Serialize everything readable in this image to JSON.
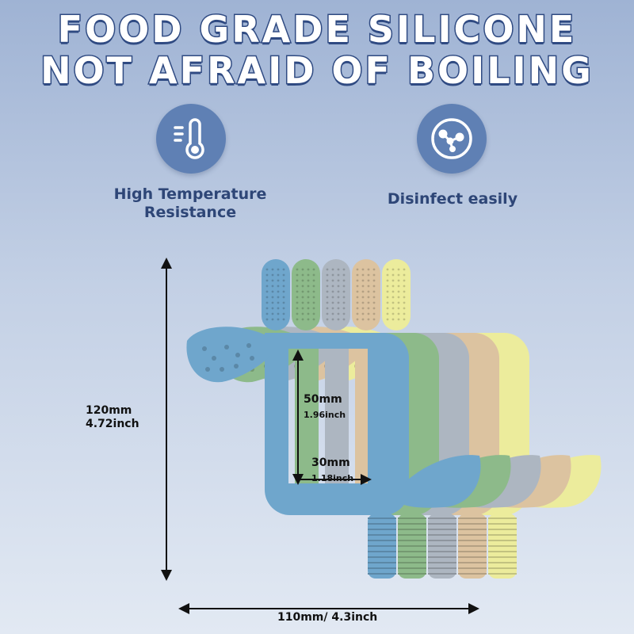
{
  "headline": {
    "line1": "FOOD GRADE SILICONE",
    "line2": "NOT AFRAID OF BOILING"
  },
  "features": [
    {
      "icon": "thermometer-icon",
      "label_line1": "High Temperature",
      "label_line2": "Resistance"
    },
    {
      "icon": "molecule-icon",
      "label": "Disinfect easily"
    }
  ],
  "dimensions": {
    "height_mm": "120mm",
    "height_in": "4.72inch",
    "width_label": "110mm/ 4.3inch",
    "inner_height_mm": "50mm",
    "inner_height_in": "1.96inch",
    "inner_width_mm": "30mm",
    "inner_width_in": "1.18inch"
  },
  "colors": {
    "heading_text": "#ffffff",
    "heading_outline": "#2f4a82",
    "icon_circle": "#5f80b4",
    "teether_variants": [
      "#6fa6cc",
      "#8dba8a",
      "#adb6c1",
      "#dcc3a0",
      "#ecec9c"
    ]
  }
}
